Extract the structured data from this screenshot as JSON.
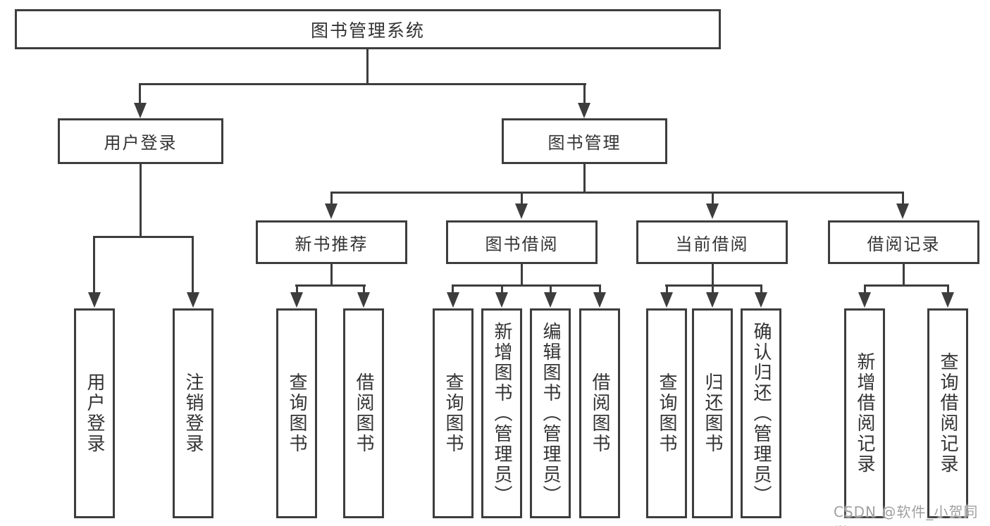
{
  "tree": {
    "root": "图书管理系统",
    "children": [
      {
        "label": "用户登录",
        "children": [
          {
            "label": "用户登录"
          },
          {
            "label": "注销登录"
          }
        ]
      },
      {
        "label": "图书管理",
        "children": [
          {
            "label": "新书推荐",
            "children": [
              {
                "label": "查询图书"
              },
              {
                "label": "借阅图书"
              }
            ]
          },
          {
            "label": "图书借阅",
            "children": [
              {
                "label": "查询图书"
              },
              {
                "label": "新增图书（管理员）"
              },
              {
                "label": "编辑图书（管理员）"
              },
              {
                "label": "借阅图书"
              }
            ]
          },
          {
            "label": "当前借阅",
            "children": [
              {
                "label": "查询图书"
              },
              {
                "label": "归还图书"
              },
              {
                "label": "确认归还（管理员）"
              }
            ]
          },
          {
            "label": "借阅记录",
            "children": [
              {
                "label": "新增借阅记录"
              },
              {
                "label": "查询借阅记录"
              }
            ]
          }
        ]
      }
    ]
  },
  "watermark": "CSDN @软件_小贺同学",
  "colors": {
    "line": "#3d3d3d",
    "text": "#333333",
    "background": "#ffffff",
    "watermark": "#a0a0a0"
  }
}
